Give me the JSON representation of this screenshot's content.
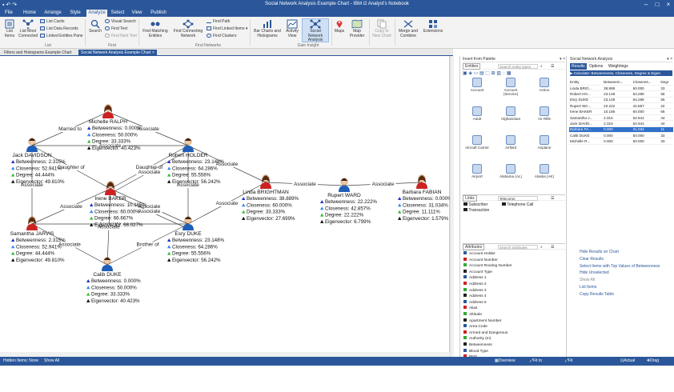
{
  "window": {
    "title": "Social Network Analysis Example Chart - IBM i2 Analyst's Notebook"
  },
  "tabs": [
    {
      "label": "File"
    },
    {
      "label": "Home"
    },
    {
      "label": "Arrange"
    },
    {
      "label": "Style"
    },
    {
      "label": "Analyze"
    },
    {
      "label": "Select"
    },
    {
      "label": "View"
    },
    {
      "label": "Publish"
    }
  ],
  "active_tab": "Analyze",
  "ribbon": {
    "list_items": "List Items",
    "list_most_connected": "List Most Connected",
    "list_cards": "List Cards",
    "list_data_records": "List Data Records",
    "linked_entities_pane": "Linked Entities Pane",
    "group_list": "List",
    "search": "Search",
    "visual_search": "Visual Search",
    "find_text": "Find Text",
    "find_next_text": "Find Next Text",
    "group_find": "Find",
    "find_matching_entities": "Find Matching Entities",
    "find_connecting_network": "Find Connecting Network",
    "find_path": "Find Path",
    "find_linked_items": "Find Linked Items",
    "find_clusters": "Find Clusters",
    "group_find_networks": "Find Networks",
    "bar_charts": "Bar Charts and Histograms",
    "activity_view": "Activity View",
    "social_network_analysis": "Social Network Analysis",
    "group_gain_insight": "Gain Insight",
    "maps": "Maps",
    "map_provider": "Map Provider",
    "copy_to_new_chart": "Copy to New Chart",
    "merge_combine": "Merge and Combine",
    "extensions": "Extensions"
  },
  "doc_tabs": [
    {
      "label": "Filters and Histograms Example Chart"
    },
    {
      "label": "Social Network Analysis Example Chart"
    }
  ],
  "chart": {
    "nodes": [
      {
        "id": "michelle",
        "name": "Michelle RALPH",
        "gender": "female",
        "betweenness": "Betweenness: 0.000%",
        "closeness": "Closeness: 50.000%",
        "degree": "Degree: 33.333%",
        "eigenvector": "Eigenvector: 40.423%"
      },
      {
        "id": "jack",
        "name": "Jack DAVIDSON",
        "gender": "male",
        "betweenness": "Betweenness: 2.315%",
        "closeness": "Closeness: 52.941%",
        "degree": "Degree: 44.444%",
        "eigenvector": "Eigenvector: 49.810%"
      },
      {
        "id": "robert",
        "name": "Robert HOLDER",
        "gender": "male",
        "betweenness": "Betweenness: 23.148%",
        "closeness": "Closeness: 64.286%",
        "degree": "Degree: 55.556%",
        "eigenvector": "Eigenvector: 56.242%"
      },
      {
        "id": "irene",
        "name": "Irene BAKER",
        "gender": "female",
        "betweenness": "Betweenness: 10.185%",
        "closeness": "Closeness: 60.000%",
        "degree": "Degree: 66.667%",
        "eigenvector": "Eigenvector: 68.027%"
      },
      {
        "id": "linda",
        "name": "Linda BRIGHTMAN",
        "gender": "female",
        "betweenness": "Betweenness: 38.889%",
        "closeness": "Closeness: 60.000%",
        "degree": "Degree: 33.333%",
        "eigenvector": "Eigenvector: 27.699%"
      },
      {
        "id": "rupert",
        "name": "Rupert WARD",
        "gender": "male",
        "betweenness": "Betweenness: 22.222%",
        "closeness": "Closeness: 42.857%",
        "degree": "Degree: 22.222%",
        "eigenvector": "Eigenvector: 6.799%"
      },
      {
        "id": "barbara",
        "name": "Barbara FABIAN",
        "gender": "female",
        "betweenness": "Betweenness: 0.000%",
        "closeness": "Closeness: 31.034%",
        "degree": "Degree: 11.111%",
        "eigenvector": "Eigenvector: 1.579%"
      },
      {
        "id": "samantha",
        "name": "Samantha JARVIS",
        "gender": "female",
        "betweenness": "Betweenness: 2.315%",
        "closeness": "Closeness: 52.941%",
        "degree": "Degree: 44.444%",
        "eigenvector": "Eigenvector: 49.810%"
      },
      {
        "id": "esry",
        "name": "Esry DUKE",
        "gender": "male",
        "betweenness": "Betweenness: 23.148%",
        "closeness": "Closeness: 64.286%",
        "degree": "Degree: 55.556%",
        "eigenvector": "Eigenvector: 56.242%"
      },
      {
        "id": "calib",
        "name": "Calib DUKE",
        "gender": "male",
        "betweenness": "Betweenness: 0.000%",
        "closeness": "Closeness: 50.000%",
        "degree": "Degree: 33.333%",
        "eigenvector": "Eigenvector: 40.423%"
      }
    ],
    "links": [
      {
        "from": "michelle",
        "to": "jack",
        "label": "Married to"
      },
      {
        "from": "michelle",
        "to": "robert",
        "label": "Associate"
      },
      {
        "from": "jack",
        "to": "robert",
        "label": "Associate"
      },
      {
        "from": "jack",
        "to": "irene",
        "label": "Daughter of"
      },
      {
        "from": "robert",
        "to": "irene",
        "label": "Daughter of"
      },
      {
        "from": "robert",
        "to": "irene",
        "label": "Associate"
      },
      {
        "from": "robert",
        "to": "linda",
        "label": "Associate"
      },
      {
        "from": "robert",
        "to": "esry",
        "label": "Associate"
      },
      {
        "from": "jack",
        "to": "samantha",
        "label": "Associate"
      },
      {
        "from": "irene",
        "to": "samantha",
        "label": "Associate"
      },
      {
        "from": "irene",
        "to": "esry",
        "label": "Associate"
      },
      {
        "from": "irene",
        "to": "esry",
        "label": "Associate"
      },
      {
        "from": "linda",
        "to": "esry",
        "label": "Associate"
      },
      {
        "from": "linda",
        "to": "rupert",
        "label": "Associate"
      },
      {
        "from": "rupert",
        "to": "barbara",
        "label": "Associate"
      },
      {
        "from": "samantha",
        "to": "esry",
        "label": "Associate"
      },
      {
        "from": "samantha",
        "to": "calib",
        "label": "Associate"
      },
      {
        "from": "irene",
        "to": "calib",
        "label": "Associate"
      },
      {
        "from": "esry",
        "to": "calib",
        "label": "Brother of"
      }
    ]
  },
  "palette": {
    "header": "Insert from Palette",
    "entities_tab": "Entities",
    "search_placeholder": "Search entity types",
    "items": [
      "Account",
      "Account (Service)",
      "Action",
      "Adult",
      "Afghanistan",
      "Air Rifle",
      "Aircraft Carrier",
      "Airfield",
      "Airplane",
      "Airport",
      "Alabama (AL)",
      "Alaska (AK)"
    ],
    "links_tab": "Links",
    "links_value": "Telecoms",
    "link_items": [
      "Subscriber",
      "Telephone Call",
      "Transaction"
    ],
    "attributes_tab": "Attributes",
    "attr_search_placeholder": "Search attributes",
    "attributes": [
      "Account Holder",
      "Account Number",
      "Account Routing Number",
      "Account Type",
      "Address 1",
      "Address 2",
      "Address 3",
      "Address 4",
      "Address 5",
      "Alias",
      "Altitude",
      "Apartment Number",
      "Area Code",
      "Armed and Dangerous",
      "Authority (In)",
      "Betweenness",
      "Blood Type",
      "BNG"
    ]
  },
  "sna": {
    "header": "Social Network Analysis",
    "tabs": [
      "Results",
      "Options",
      "Weightings"
    ],
    "calculate_label": "Calculate: Betweenness, Closeness, Degree & Eigen",
    "columns": [
      "Entity",
      "Betweenn...",
      "Closenes...",
      "Degr"
    ],
    "rows": [
      [
        "Linda BRIG...",
        "38.889",
        "60.000",
        "33"
      ],
      [
        "Robert HO...",
        "23.148",
        "64.286",
        "55"
      ],
      [
        "Esry DUKE",
        "23.148",
        "64.286",
        "55"
      ],
      [
        "Rupert WA...",
        "22.222",
        "42.857",
        "22"
      ],
      [
        "Irene BAKER",
        "10.185",
        "60.000",
        "66"
      ],
      [
        "Samantha J...",
        "2.315",
        "52.941",
        "44"
      ],
      [
        "Jack DAVID...",
        "2.315",
        "52.941",
        "44"
      ],
      [
        "Barbara FA...",
        "0.000",
        "31.034",
        "11"
      ],
      [
        "Calib DUKE",
        "0.000",
        "50.000",
        "33"
      ],
      [
        "Michelle R...",
        "0.000",
        "50.000",
        "33"
      ]
    ],
    "selected_row": 7,
    "actions": [
      "Hide Results on Chart",
      "Clear Results",
      "Select Items with Top Values of Betweenness",
      "Hide Unselected",
      "Show All",
      "List Items",
      "Copy Results Table"
    ]
  },
  "status": {
    "hidden_items": "Hidden Items: None",
    "show_all": "Show All",
    "overview_pane": "Overview Pane",
    "fit_to_window": "Fit to Window",
    "fit_selection": "Fit Selection to Window",
    "actual_size": "Actual Size",
    "drag_chart": "Drag Chart"
  },
  "colors": {
    "brand": "#2b579a",
    "betweenness": "#2233cc",
    "closeness": "#3388ee",
    "degree": "#33bb33",
    "eigenvector": "#111111",
    "male_shirt": "#1f5fb8",
    "female_shirt": "#cc2222"
  }
}
